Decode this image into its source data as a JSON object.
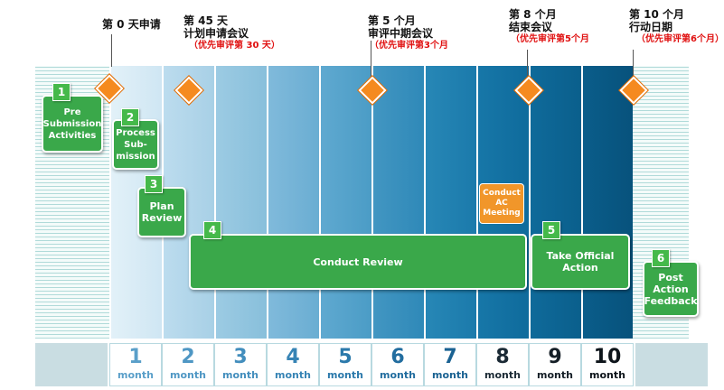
{
  "milestones": [
    {
      "title": "第 0 天申请",
      "note": ""
    },
    {
      "title": "第 45 天\n计划申请会议",
      "note": "（优先审评第 30 天）"
    },
    {
      "title": "第 5 个月\n审评中期会议",
      "note": "（优先审评第3个月"
    },
    {
      "title": "第 8 个月\n结束会议",
      "note": "（优先审评第5个月"
    },
    {
      "title": "第 10 个月\n行动日期",
      "note": "（优先审评第6个月）"
    }
  ],
  "steps": [
    {
      "num": "1",
      "label": "Pre Submission Activities"
    },
    {
      "num": "2",
      "label": "Process Sub-mission"
    },
    {
      "num": "3",
      "label": "Plan Review"
    },
    {
      "num": "4",
      "label": "Conduct Review"
    },
    {
      "num": "5",
      "label": "Take Official Action"
    },
    {
      "num": "6",
      "label": "Post Action Feedback"
    }
  ],
  "meeting": {
    "label": "Conduct AC Meeting"
  },
  "months": [
    {
      "n": "1",
      "unit": "month"
    },
    {
      "n": "2",
      "unit": "month"
    },
    {
      "n": "3",
      "unit": "month"
    },
    {
      "n": "4",
      "unit": "month"
    },
    {
      "n": "5",
      "unit": "month"
    },
    {
      "n": "6",
      "unit": "month"
    },
    {
      "n": "7",
      "unit": "month"
    },
    {
      "n": "8",
      "unit": "month"
    },
    {
      "n": "9",
      "unit": "month"
    },
    {
      "n": "10",
      "unit": "month"
    }
  ],
  "colors": {
    "diamond": "#f58a1f",
    "box": "#3aa84a",
    "meeting": "#f1962a"
  }
}
